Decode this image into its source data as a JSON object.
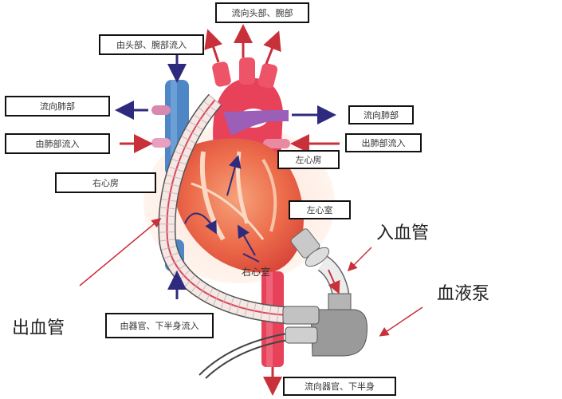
{
  "diagram": {
    "type": "heart-pump-circulation",
    "colors": {
      "artery_red": "#e8415a",
      "vein_blue": "#4f86c6",
      "pulmonary_purple": "#9b5fb8",
      "arrow_blue": "#2e2a7e",
      "arrow_red": "#c8303a",
      "pump_gray": "#9a9a9a"
    },
    "boxes": {
      "top_out": "流向头部、腕部",
      "top_in": "由头部、腕部流入",
      "left_to_lung": "流向肺部",
      "left_from_lung": "由肺部流入",
      "right_atrium": "右心房",
      "right_to_lung": "流向肺部",
      "right_from_lung": "出肺部流入",
      "left_atrium": "左心房",
      "left_ventricle": "左心室",
      "bottom_in": "由器官、下半身流入",
      "bottom_out": "流向器官、下半身"
    },
    "inner_labels": {
      "right_ventricle": "右心室"
    },
    "callouts": {
      "inflow_tube": "入血管",
      "blood_pump": "血液泵",
      "outflow_tube": "出血管"
    }
  }
}
